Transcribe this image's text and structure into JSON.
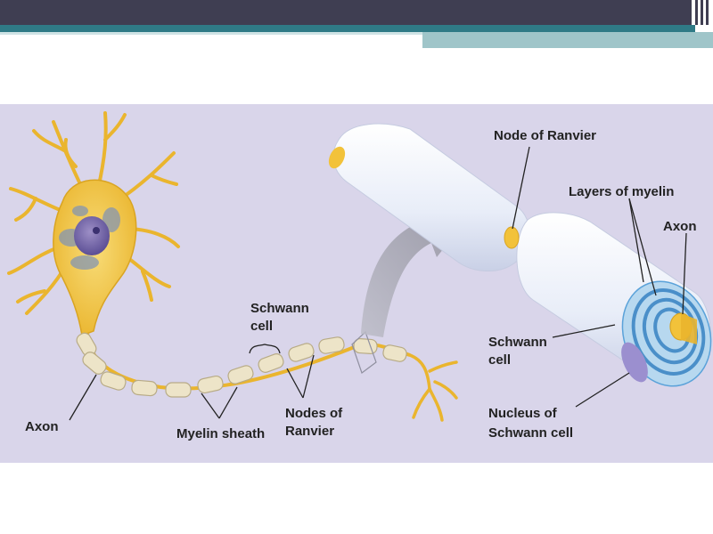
{
  "labels": {
    "axon_left": "Axon",
    "myelin_sheath": "Myelin sheath",
    "schwann_cell_top_1": "Schwann",
    "schwann_cell_top_2": "cell",
    "nodes_of_ranvier_1": "Nodes of",
    "nodes_of_ranvier_2": "Ranvier",
    "node_of_ranvier": "Node of Ranvier",
    "layers_of_myelin": "Layers of myelin",
    "axon_right": "Axon",
    "schwann_cell_right_1": "Schwann",
    "schwann_cell_right_2": "cell",
    "nucleus_1": "Nucleus of",
    "nucleus_2": "Schwann cell"
  },
  "colors": {
    "background": "#d9d5ea",
    "neuron": "#f2c23a",
    "myelin": "#ede4c8",
    "cylinder": "#eef2fb",
    "rings": "#5aa2d9",
    "nucleus": "#9b8fcf",
    "header": "#3f3e52",
    "accent": "#2f7a86"
  }
}
